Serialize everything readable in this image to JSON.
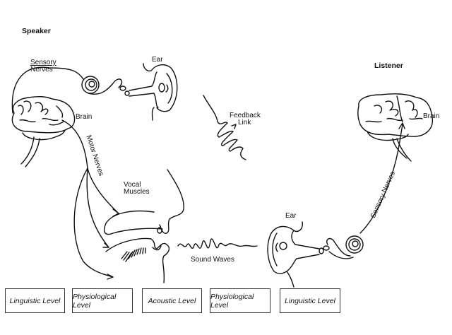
{
  "roles": {
    "speaker": "Speaker",
    "listener": "Listener"
  },
  "labels": {
    "speaker_sensory_nerves_line1": "Sensory",
    "speaker_sensory_nerves_line2": "Nerves",
    "speaker_ear": "Ear",
    "speaker_brain": "Brain",
    "motor_nerves": "Motor Nerves",
    "vocal_muscles_line1": "Vocal",
    "vocal_muscles_line2": "Muscles",
    "feedback_link_line1": "Feedback",
    "feedback_link_line2": "Link",
    "sound_waves": "Sound Waves",
    "listener_ear": "Ear",
    "listener_brain": "Brain",
    "listener_sensory_nerves": "Sensory Nerves"
  },
  "levels": [
    {
      "label": "Linguistic Level"
    },
    {
      "label": "Physiological Level"
    },
    {
      "label": "Acoustic Level"
    },
    {
      "label": "Physiological Level"
    },
    {
      "label": "Linguistic Level"
    }
  ]
}
